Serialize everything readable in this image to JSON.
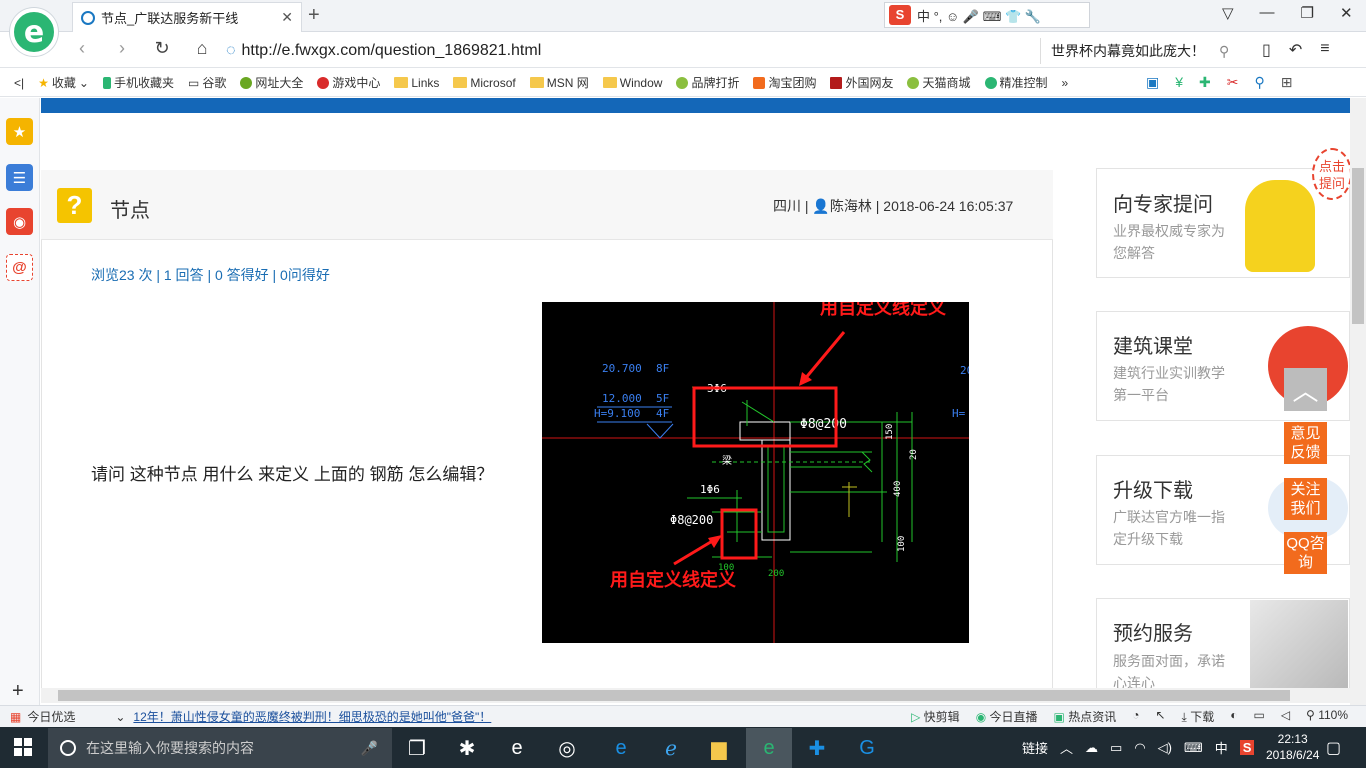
{
  "browser": {
    "tab_title": "节点_广联达服务新干线",
    "url": "http://e.fwxgx.com/question_1869821.html",
    "right_search": "世界杯内幕竟如此庞大！",
    "sogou_bar": "中 °, ☺ 🎤 ⌨ 👕 🔧"
  },
  "bookmarks": [
    "收藏",
    "手机收藏夹",
    "谷歌",
    "网址大全",
    "游戏中心",
    "Links",
    "Microsof",
    "MSN 网",
    "Window",
    "品牌打折",
    "淘宝团购",
    "外国网友",
    "天猫商城",
    "精准控制"
  ],
  "question": {
    "title": "节点",
    "region": "四川",
    "author": "陈海林",
    "datetime": "2018-06-24 16:05:37",
    "stats": "浏览23 次 | 1 回答 | 0 答得好 | 0问得好",
    "body": "请问 这种节点  用什么 来定义    上面的 钢筋  怎么编辑？"
  },
  "cad": {
    "annotation_top": "用自定义线定义",
    "annotation_bottom": "用自定义线定义",
    "texts": [
      "20.700",
      "8F",
      "12.000",
      "5F",
      "H=9.100",
      "4F",
      "3Φ6",
      "Φ8@200",
      "1Φ6",
      "Φ8@200",
      "100",
      "200",
      "梁",
      "400",
      "150",
      "100",
      "20",
      "H="
    ]
  },
  "sidebar": {
    "cards": [
      {
        "title": "向专家提问",
        "subtitle": "业界最权威专家为您解答"
      },
      {
        "title": "建筑课堂",
        "subtitle": "建筑行业实训教学第一平台"
      },
      {
        "title": "升级下载",
        "subtitle": "广联达官方唯一指定升级下载"
      },
      {
        "title": "预约服务",
        "subtitle": "服务面对面，承诺心连心"
      }
    ],
    "float_buttons": [
      "意见反馈",
      "关注我们",
      "QQ咨询"
    ],
    "bubble": "点击提问"
  },
  "statusbar": {
    "left": "今日优选",
    "news": "12年！萧山性侵女童的恶魔终被判刑！细思极恐的是她叫他\"爸爸\"！",
    "items": [
      "快剪辑",
      "今日直播",
      "热点资讯",
      "下载",
      "110%"
    ]
  },
  "taskbar": {
    "search_placeholder": "在这里输入你要搜索的内容",
    "tray_text": "链接",
    "ime": "中",
    "time": "22:13",
    "date": "2018/6/24"
  },
  "colors": {
    "brand_blue": "#1467b8",
    "orange": "#f26b1d",
    "cad_red": "#ff1a1a"
  }
}
